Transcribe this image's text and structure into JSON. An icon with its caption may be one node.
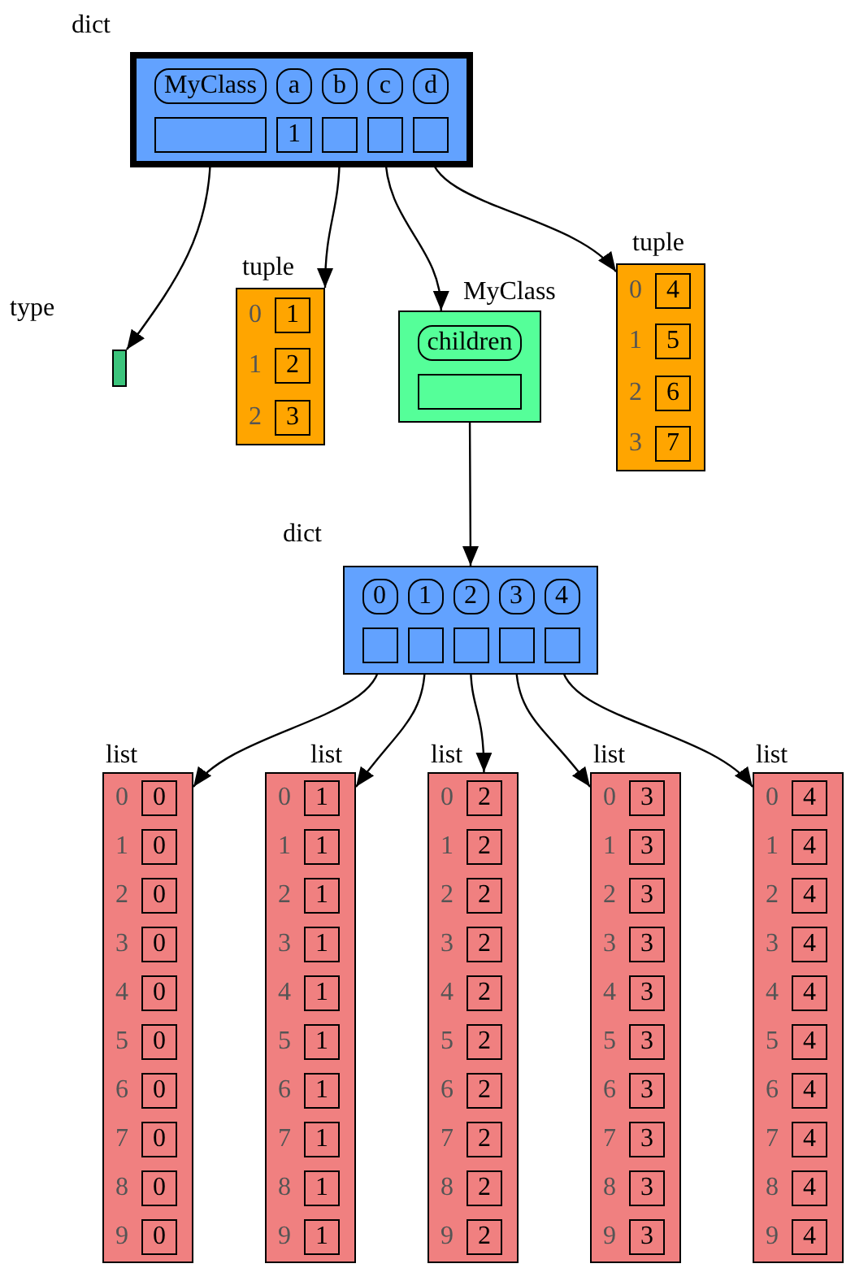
{
  "diagram": {
    "nodes": [
      {
        "text": [
          "dict"
        ]
      },
      {
        "text": [
          "MyClass"
        ],
        "in": 0
      },
      {
        "text": [
          "a"
        ],
        "in": 0
      },
      {
        "text": [
          "b"
        ],
        "in": 0
      },
      {
        "text": [
          "c"
        ],
        "in": 0
      },
      {
        "text": [
          "d"
        ],
        "in": 0
      },
      {
        "text": [],
        "shape": "box",
        "in": 0
      },
      {
        "text": [
          "1"
        ],
        "in": 0
      },
      {
        "text": [],
        "shape": "box",
        "in": 0
      },
      {
        "text": [],
        "shape": "box",
        "in": 0
      },
      {
        "text": [],
        "shape": "box",
        "in": 0
      },
      {
        "text": [
          "type"
        ]
      },
      {
        "text": [
          "tuple",
          "0",
          "1",
          "2"
        ]
      },
      {
        "text": [
          "1"
        ],
        "in": 12
      },
      {
        "text": [
          "2"
        ],
        "in": 12
      },
      {
        "text": [
          "3"
        ],
        "in": 12
      },
      {
        "text": [
          "MyClass"
        ]
      },
      {
        "text": [
          "children"
        ],
        "in": 16
      },
      {
        "text": [],
        "shape": "box",
        "in": 16
      },
      {
        "text": [
          "tuple",
          "0",
          "1",
          "2",
          "3"
        ]
      },
      {
        "text": [
          "4"
        ],
        "in": 19
      },
      {
        "text": [
          "5"
        ],
        "in": 19
      },
      {
        "text": [
          "6"
        ],
        "in": 19
      },
      {
        "text": [
          "7"
        ],
        "in": 19
      },
      {
        "text": [
          "dict"
        ]
      },
      {
        "text": [
          "0"
        ],
        "in": 24
      },
      {
        "text": [
          "1"
        ],
        "in": 24
      },
      {
        "text": [
          "2"
        ],
        "in": 24
      },
      {
        "text": [
          "3"
        ],
        "in": 24
      },
      {
        "text": [
          "4"
        ],
        "in": 24
      },
      {
        "text": [],
        "shape": "box",
        "in": 24
      },
      {
        "text": [],
        "shape": "box",
        "in": 24
      },
      {
        "text": [],
        "shape": "box",
        "in": 24
      },
      {
        "text": [],
        "shape": "box",
        "in": 24
      },
      {
        "text": [],
        "shape": "box",
        "in": 24
      },
      {
        "text": [
          "list",
          "0",
          "1",
          "2",
          "3",
          "4",
          "5",
          "6",
          "7",
          "8",
          "9"
        ]
      },
      {
        "text": [
          "0"
        ],
        "in": 35
      },
      {
        "text": [
          "0"
        ],
        "in": 35
      },
      {
        "text": [
          "0"
        ],
        "in": 35
      },
      {
        "text": [
          "0"
        ],
        "in": 35
      },
      {
        "text": [
          "0"
        ],
        "in": 35
      },
      {
        "text": [
          "0"
        ],
        "in": 35
      },
      {
        "text": [
          "0"
        ],
        "in": 35
      },
      {
        "text": [
          "0"
        ],
        "in": 35
      },
      {
        "text": [
          "0"
        ],
        "in": 35
      },
      {
        "text": [
          "0"
        ],
        "in": 35
      },
      {
        "text": [
          "list",
          "0",
          "1",
          "2",
          "3",
          "4",
          "5",
          "6",
          "7",
          "8",
          "9"
        ]
      },
      {
        "text": [
          "1"
        ],
        "in": 46
      },
      {
        "text": [
          "1"
        ],
        "in": 46
      },
      {
        "text": [
          "1"
        ],
        "in": 46
      },
      {
        "text": [
          "1"
        ],
        "in": 46
      },
      {
        "text": [
          "1"
        ],
        "in": 46
      },
      {
        "text": [
          "1"
        ],
        "in": 46
      },
      {
        "text": [
          "1"
        ],
        "in": 46
      },
      {
        "text": [
          "1"
        ],
        "in": 46
      },
      {
        "text": [
          "1"
        ],
        "in": 46
      },
      {
        "text": [
          "1"
        ],
        "in": 46
      },
      {
        "text": [
          "list",
          "0",
          "1",
          "2",
          "3",
          "4",
          "5",
          "6",
          "7",
          "8",
          "9"
        ]
      },
      {
        "text": [
          "2"
        ],
        "in": 57
      },
      {
        "text": [
          "2"
        ],
        "in": 57
      },
      {
        "text": [
          "2"
        ],
        "in": 57
      },
      {
        "text": [
          "2"
        ],
        "in": 57
      },
      {
        "text": [
          "2"
        ],
        "in": 57
      },
      {
        "text": [
          "2"
        ],
        "in": 57
      },
      {
        "text": [
          "2"
        ],
        "in": 57
      },
      {
        "text": [
          "2"
        ],
        "in": 57
      },
      {
        "text": [
          "2"
        ],
        "in": 57
      },
      {
        "text": [
          "2"
        ],
        "in": 57
      },
      {
        "text": [
          "list",
          "0",
          "1",
          "2",
          "3",
          "4",
          "5",
          "6",
          "7",
          "8",
          "9"
        ]
      },
      {
        "text": [
          "3"
        ],
        "in": 68
      },
      {
        "text": [
          "3"
        ],
        "in": 68
      },
      {
        "text": [
          "3"
        ],
        "in": 68
      },
      {
        "text": [
          "3"
        ],
        "in": 68
      },
      {
        "text": [
          "3"
        ],
        "in": 68
      },
      {
        "text": [
          "3"
        ],
        "in": 68
      },
      {
        "text": [
          "3"
        ],
        "in": 68
      },
      {
        "text": [
          "3"
        ],
        "in": 68
      },
      {
        "text": [
          "3"
        ],
        "in": 68
      },
      {
        "text": [
          "3"
        ],
        "in": 68
      },
      {
        "text": [
          "list",
          "0",
          "1",
          "2",
          "3",
          "4",
          "5",
          "6",
          "7",
          "8",
          "9"
        ]
      },
      {
        "text": [
          "4"
        ],
        "in": 79
      },
      {
        "text": [
          "4"
        ],
        "in": 79
      },
      {
        "text": [
          "4"
        ],
        "in": 79
      },
      {
        "text": [
          "4"
        ],
        "in": 79
      },
      {
        "text": [
          "4"
        ],
        "in": 79
      },
      {
        "text": [
          "4"
        ],
        "in": 79
      },
      {
        "text": [
          "4"
        ],
        "in": 79
      },
      {
        "text": [
          "4"
        ],
        "in": 79
      },
      {
        "text": [
          "4"
        ],
        "in": 79
      },
      {
        "text": [
          "4"
        ],
        "in": 79
      }
    ],
    "edges": [
      {
        "from": 6,
        "to": 11,
        "arrow": "to"
      },
      {
        "from": 8,
        "to": 12,
        "arrow": "to"
      },
      {
        "from": 9,
        "to": 16,
        "arrow": "to"
      },
      {
        "from": 10,
        "to": 19,
        "arrow": "to"
      },
      {
        "from": 18,
        "to": 24,
        "arrow": "to"
      },
      {
        "from": 30,
        "to": 35,
        "arrow": "to"
      },
      {
        "from": 31,
        "to": 46,
        "arrow": "to"
      },
      {
        "from": 32,
        "to": 57,
        "arrow": "to"
      },
      {
        "from": 33,
        "to": 68,
        "arrow": "to"
      },
      {
        "from": 34,
        "to": 79,
        "arrow": "to"
      }
    ]
  }
}
